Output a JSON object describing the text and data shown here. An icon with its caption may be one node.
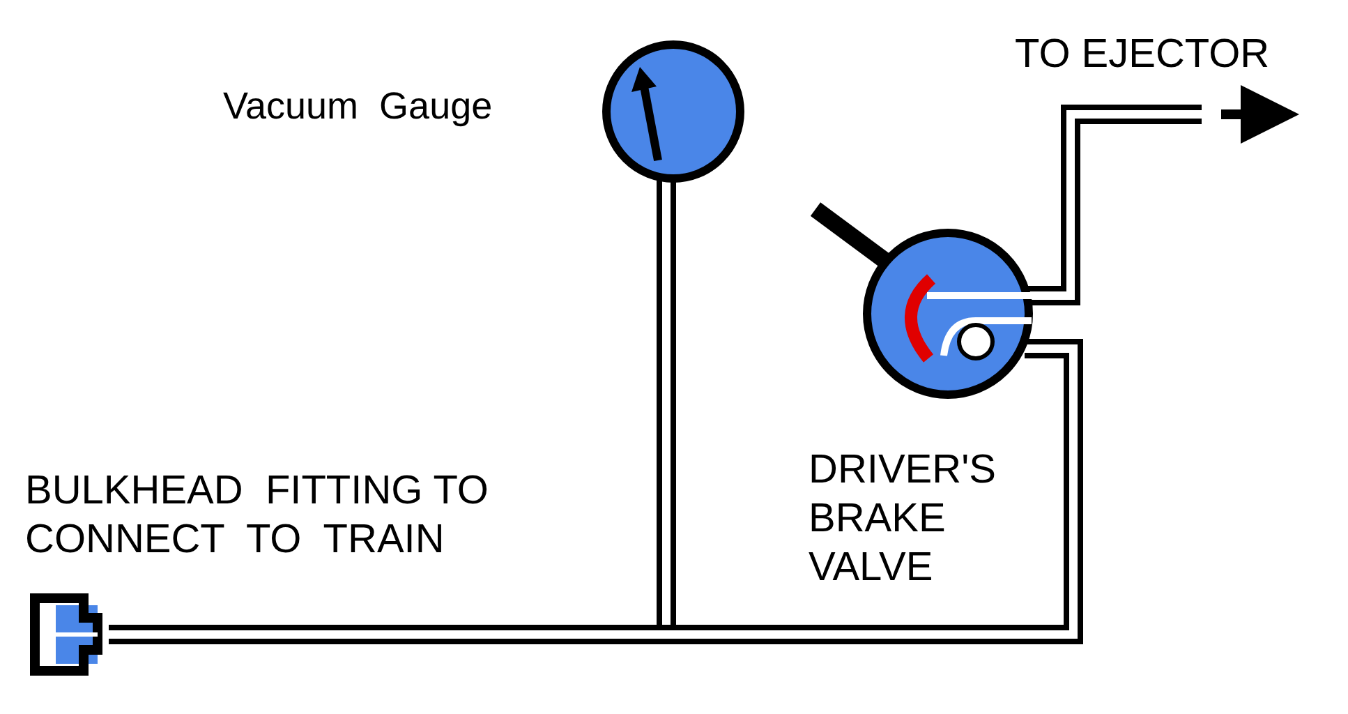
{
  "diagram": {
    "nodes": [
      {
        "text": [],
        "shape": "circle",
        "beside": [
          "Vacuum  Gauge"
        ]
      },
      {
        "text": [],
        "shape": "circle",
        "beside": [
          "DRIVER'S BRAKE VALVE"
        ]
      },
      {
        "text": [],
        "shape": "box",
        "beside": [
          "BULKHEAD  FITTING TO  CONNECT  TO  TRAIN"
        ]
      }
    ],
    "edges": [
      {
        "from": 2,
        "to": 0,
        "arrow": "none"
      },
      {
        "from": 2,
        "to": 1,
        "arrow": "none"
      },
      {
        "from": 1,
        "to": null,
        "arrow": "to"
      }
    ],
    "labels": [
      "TO EJECTOR"
    ]
  }
}
